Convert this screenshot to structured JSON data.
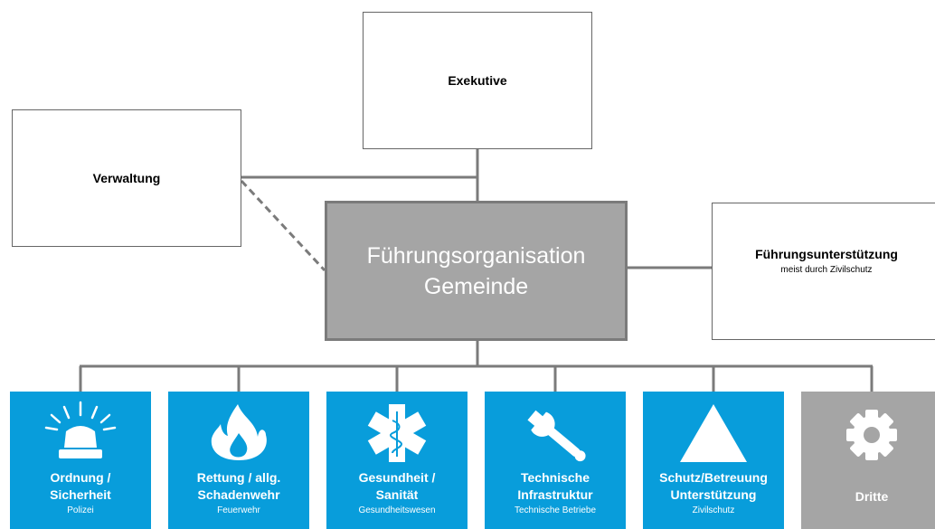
{
  "nodes": {
    "exekutive": "Exekutive",
    "verwaltung": "Verwaltung",
    "main_line1": "Führungsorganisation",
    "main_line2": "Gemeinde",
    "support_title": "Führungsunterstützung",
    "support_sub": "meist durch Zivilschutz"
  },
  "units": [
    {
      "label": "Ordnung /\nSicherheit",
      "sub": "Polizei",
      "icon": "police-beacon-icon"
    },
    {
      "label": "Rettung / allg.\nSchadenwehr",
      "sub": "Feuerwehr",
      "icon": "flame-icon"
    },
    {
      "label": "Gesundheit /\nSanität",
      "sub": "Gesundheitswesen",
      "icon": "star-of-life-icon"
    },
    {
      "label": "Technische\nInfrastruktur",
      "sub": "Technische Betriebe",
      "icon": "wrench-icon"
    },
    {
      "label": "Schutz/Betreuung\nUnterstützung",
      "sub": "Zivilschutz",
      "icon": "civil-protection-triangle-icon"
    },
    {
      "label": "Dritte",
      "sub": "",
      "icon": "gear-icon"
    }
  ],
  "colors": {
    "unit_blue": "#089ddb",
    "main_gray": "#a5a5a5",
    "connector_gray": "#7b7b7b"
  }
}
